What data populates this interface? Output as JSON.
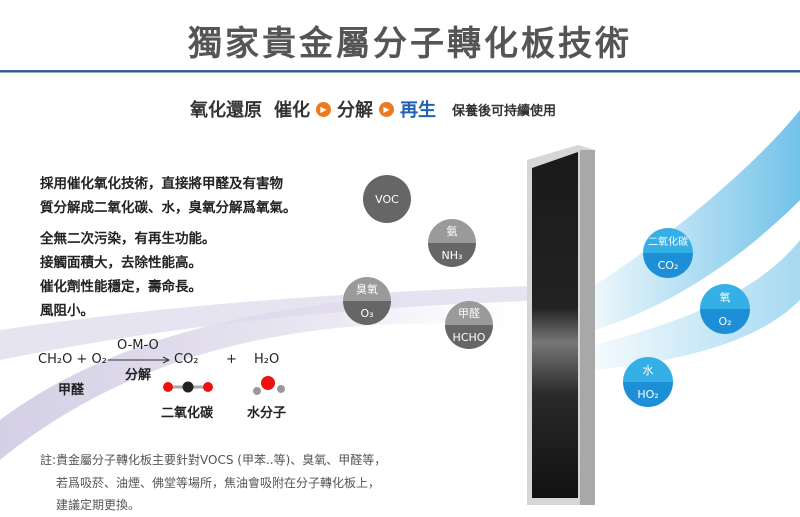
{
  "title": "獨家貴金屬分子轉化板技術",
  "subtitle": {
    "part1": "氧化還原",
    "step1": "催化",
    "step2": "分解",
    "step3": "再生",
    "tagline": "保養後可持續使用"
  },
  "features": [
    "採用催化氧化技術，直接將甲醛及有害物",
    "質分解成二氧化碳、水，臭氧分解爲氧氣。",
    "全無二次污染，有再生功能。",
    "接觸面積大，去除性能高。",
    "催化劑性能穩定，壽命長。",
    "風阻小。"
  ],
  "equation": {
    "reactants": "CH₂O + O₂",
    "catalyst": "O-M-O",
    "process": "分解",
    "product1": "CO₂",
    "plus": "+",
    "product2": "H₂O",
    "reactant_label": "甲醛",
    "product1_label": "二氧化碳",
    "product2_label": "水分子"
  },
  "pollutants": [
    {
      "name": "",
      "formula": "VOC"
    },
    {
      "name": "氨",
      "formula": "NH₃"
    },
    {
      "name": "臭氧",
      "formula": "O₃"
    },
    {
      "name": "甲醛",
      "formula": "HCHO"
    }
  ],
  "outputs": [
    {
      "name": "二氧化碳",
      "formula": "CO₂"
    },
    {
      "name": "氧",
      "formula": "O₂"
    },
    {
      "name": "水",
      "formula": "HO₂"
    }
  ],
  "note": [
    "註:貴金屬分子轉化板主要針對VOCS (甲苯..等)、臭氧、甲醛等，",
    "若爲吸菸、油煙、佛堂等場所，焦油會吸附在分子轉化板上，",
    "建議定期更換。"
  ],
  "colors": {
    "accent_blue": "#1f63b5",
    "arrow_orange": "#ee7a1f",
    "bubble_blue": "#1d8fd6",
    "bubble_gray": "#666666"
  }
}
